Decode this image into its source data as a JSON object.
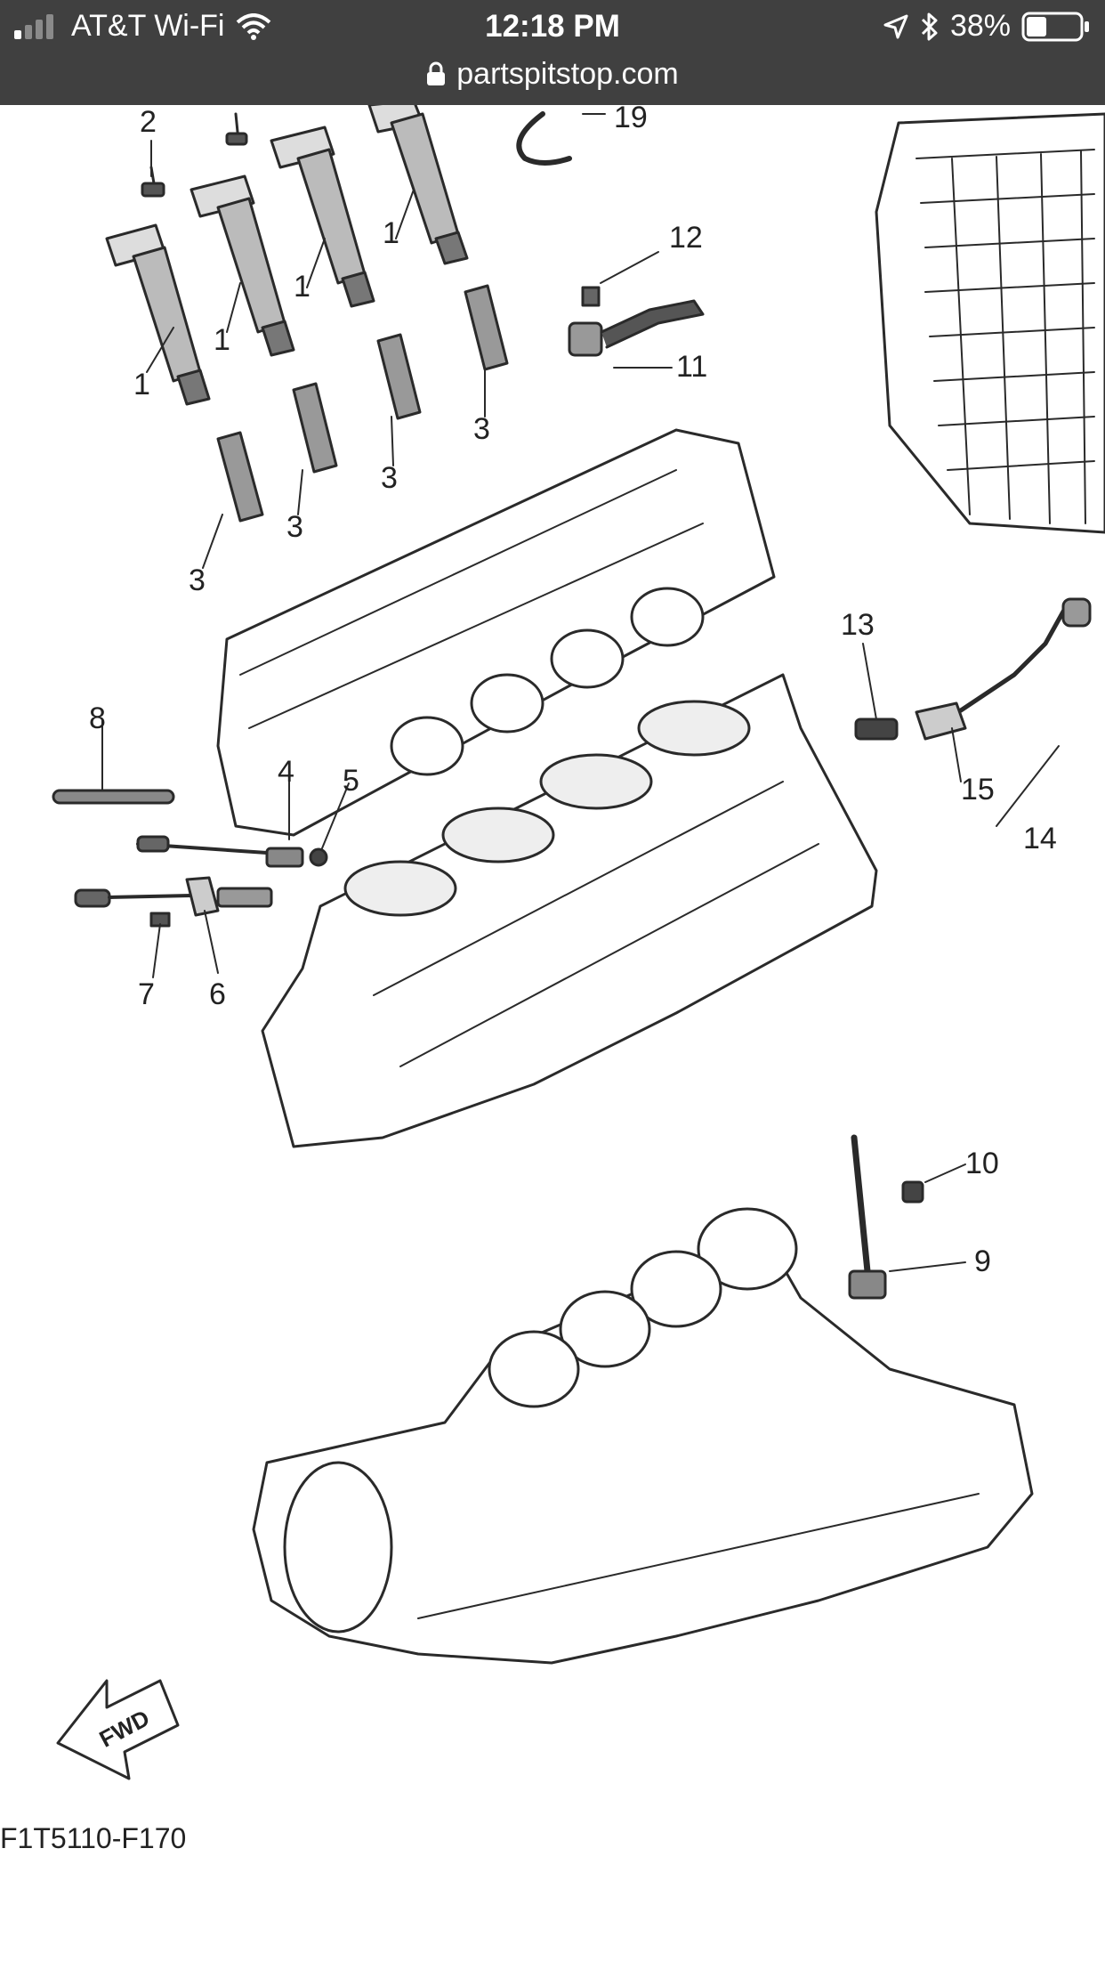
{
  "status_bar": {
    "carrier": "AT&T Wi-Fi",
    "time": "12:18 PM",
    "battery_percent": "38%",
    "battery_level": 0.38,
    "icons": [
      "signal-icon",
      "wifi-icon",
      "location-icon",
      "bluetooth-icon",
      "battery-icon"
    ]
  },
  "address_bar": {
    "domain": "partspitstop.com",
    "icon": "lock-icon"
  },
  "diagram": {
    "callouts": [
      "1",
      "1",
      "1",
      "1",
      "2",
      "3",
      "3",
      "3",
      "3",
      "4",
      "5",
      "6",
      "7",
      "8",
      "9",
      "10",
      "11",
      "12",
      "13",
      "14",
      "15",
      "19"
    ],
    "fwd_label": "FWD",
    "figure_code": "F1T5110-F170"
  },
  "colors": {
    "browser_chrome": "#404040",
    "line_art": "#2a2a2a",
    "background": "#ffffff"
  }
}
